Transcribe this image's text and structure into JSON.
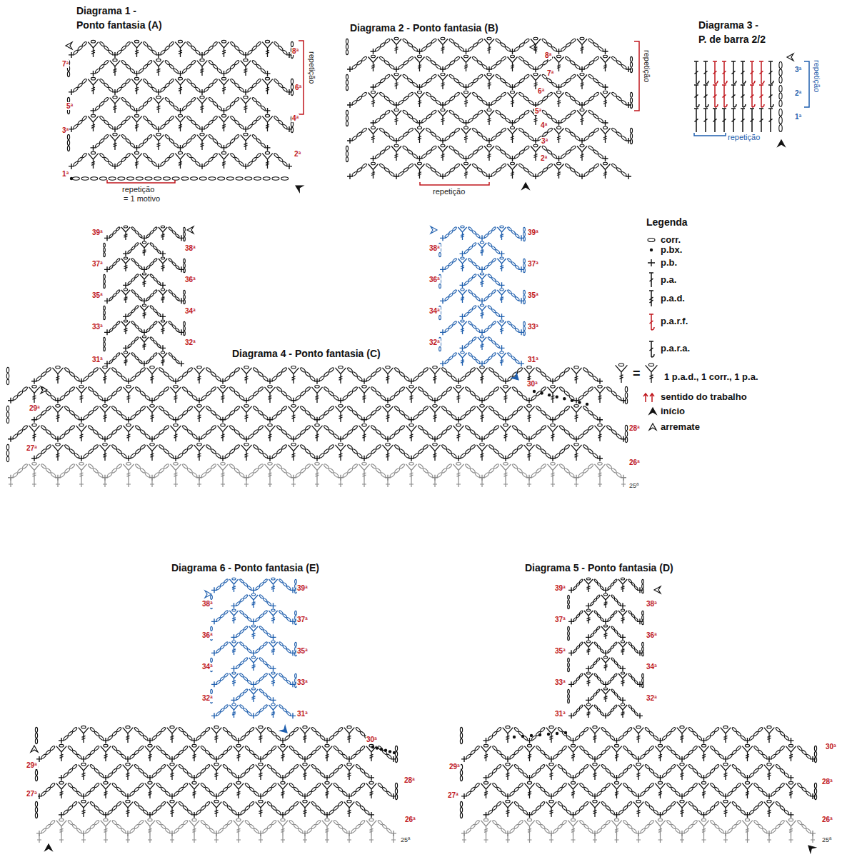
{
  "diagram": {
    "labels": [
      "Diagrama 1 -",
      "Ponto fantasia (A)",
      "8ª",
      "7ª",
      "6ª",
      "5ª",
      "4ª",
      "3ª",
      "2ª",
      "1ª",
      "repetição",
      "repetição",
      "= 1 motivo",
      "Diagrama 2 - Ponto fantasia (B)",
      "8ª",
      "7ª",
      "6ª",
      "5ª",
      "4ª",
      "3ª",
      "2ª",
      "repetição",
      "repetição",
      "Diagrama 3 -",
      "P. de barra 2/2",
      "repetição",
      "3ª",
      "2ª",
      "1ª",
      "repetição",
      "Legenda",
      "Diagrama 4 - Ponto fantasia (C)",
      "39ª",
      "38ª",
      "37ª",
      "36ª",
      "35ª",
      "34ª",
      "33ª",
      "32ª",
      "31ª",
      "39ª",
      "38ª",
      "37ª",
      "36ª",
      "35ª",
      "34ª",
      "33ª",
      "32ª",
      "31ª",
      "30ª",
      "29ª",
      "28ª",
      "27ª",
      "26ª",
      "25ª",
      "=",
      "Diagrama 6 - Ponto fantasia (E)",
      "39ª",
      "38ª",
      "37ª",
      "36ª",
      "35ª",
      "34ª",
      "33ª",
      "32ª",
      "31ª",
      "30ª",
      "29ª",
      "28ª",
      "27ª",
      "26ª",
      "25ª",
      "Diagrama 5 - Ponto fantasia (D)",
      "39ª",
      "38ª",
      "37ª",
      "36ª",
      "35ª",
      "34ª",
      "33ª",
      "32ª",
      "31ª",
      "30ª",
      "29ª",
      "28ª",
      "27ª",
      "26ª",
      "25ª"
    ],
    "legend": [
      {
        "text": "corr."
      },
      {
        "text": "p.bx."
      },
      {
        "text": "p.b."
      },
      {
        "text": "p.a."
      },
      {
        "text": "p.a.d."
      },
      {
        "text": "p.a.r.f."
      },
      {
        "text": "p.a.r.a."
      },
      {
        "text": "1 p.a.d., 1 corr., 1 p.a."
      },
      {
        "text": "sentido do trabalho"
      },
      {
        "text": "início"
      },
      {
        "text": "arremate"
      }
    ]
  }
}
